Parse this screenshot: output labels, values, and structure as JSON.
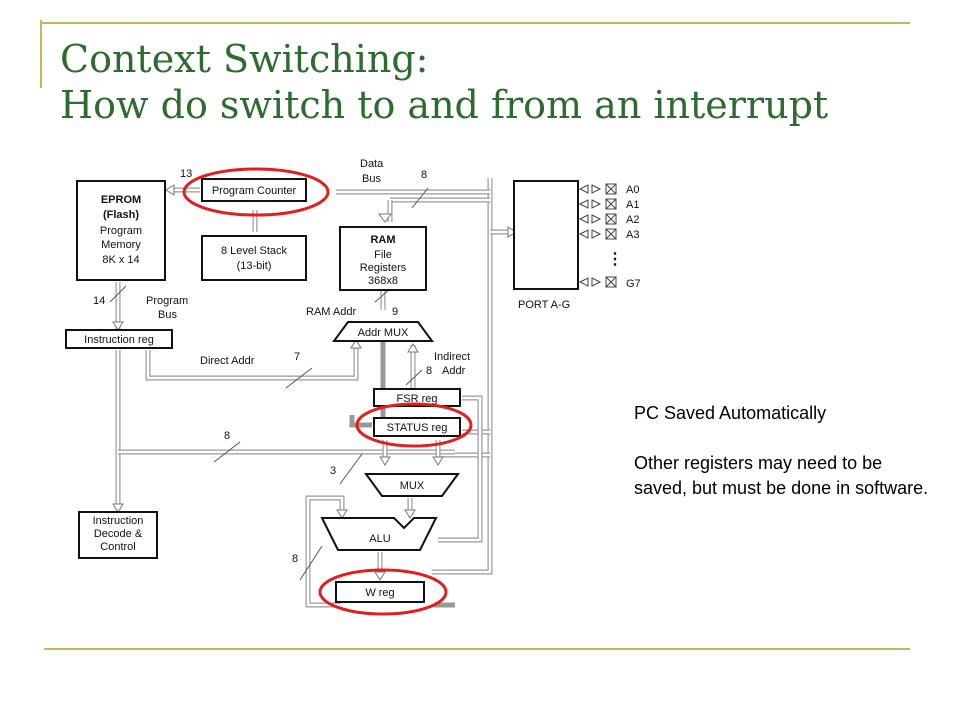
{
  "slide": {
    "title_line1": "Context Switching:",
    "title_line2": "How do switch to and from an interrupt"
  },
  "notes": {
    "saved": "PC Saved Automatically",
    "other": "Other registers may need to be saved, but must be done in software."
  },
  "diagram": {
    "eprom": [
      "EPROM",
      "(Flash)",
      "Program",
      "Memory",
      "8K x 14"
    ],
    "program_counter": "Program Counter",
    "stack": [
      "8 Level Stack",
      "(13-bit)"
    ],
    "ram": [
      "RAM",
      "File",
      "Registers",
      "368x8"
    ],
    "port_label": "PORT A-G",
    "pins": [
      "A0",
      "A1",
      "A2",
      "A3",
      "G7"
    ],
    "pin_dots": "⋮",
    "instruction_reg": "Instruction reg",
    "addr_mux": "Addr MUX",
    "fsr_reg": "FSR reg",
    "status_reg": "STATUS reg",
    "mux": "MUX",
    "alu": "ALU",
    "w_reg": "W reg",
    "instruction_decode": [
      "Instruction",
      "Decode &",
      "Control"
    ],
    "data_bus": [
      "Data",
      "Bus"
    ],
    "program_bus": [
      "Program",
      "Bus"
    ],
    "ram_addr": "RAM Addr",
    "direct_addr": "Direct Addr",
    "indirect_addr": [
      "Indirect",
      "Addr"
    ],
    "widths": {
      "pc_in": "13",
      "data_bus": "8",
      "program_bus": "14",
      "ram_addr": "9",
      "direct_addr": "7",
      "indirect_addr": "8",
      "internal": "8",
      "mux_in": "3",
      "alu_w": "8"
    }
  },
  "colors": {
    "title": "#2e6b2e",
    "highlight": "#e02020",
    "rule": "#c8b45a"
  }
}
